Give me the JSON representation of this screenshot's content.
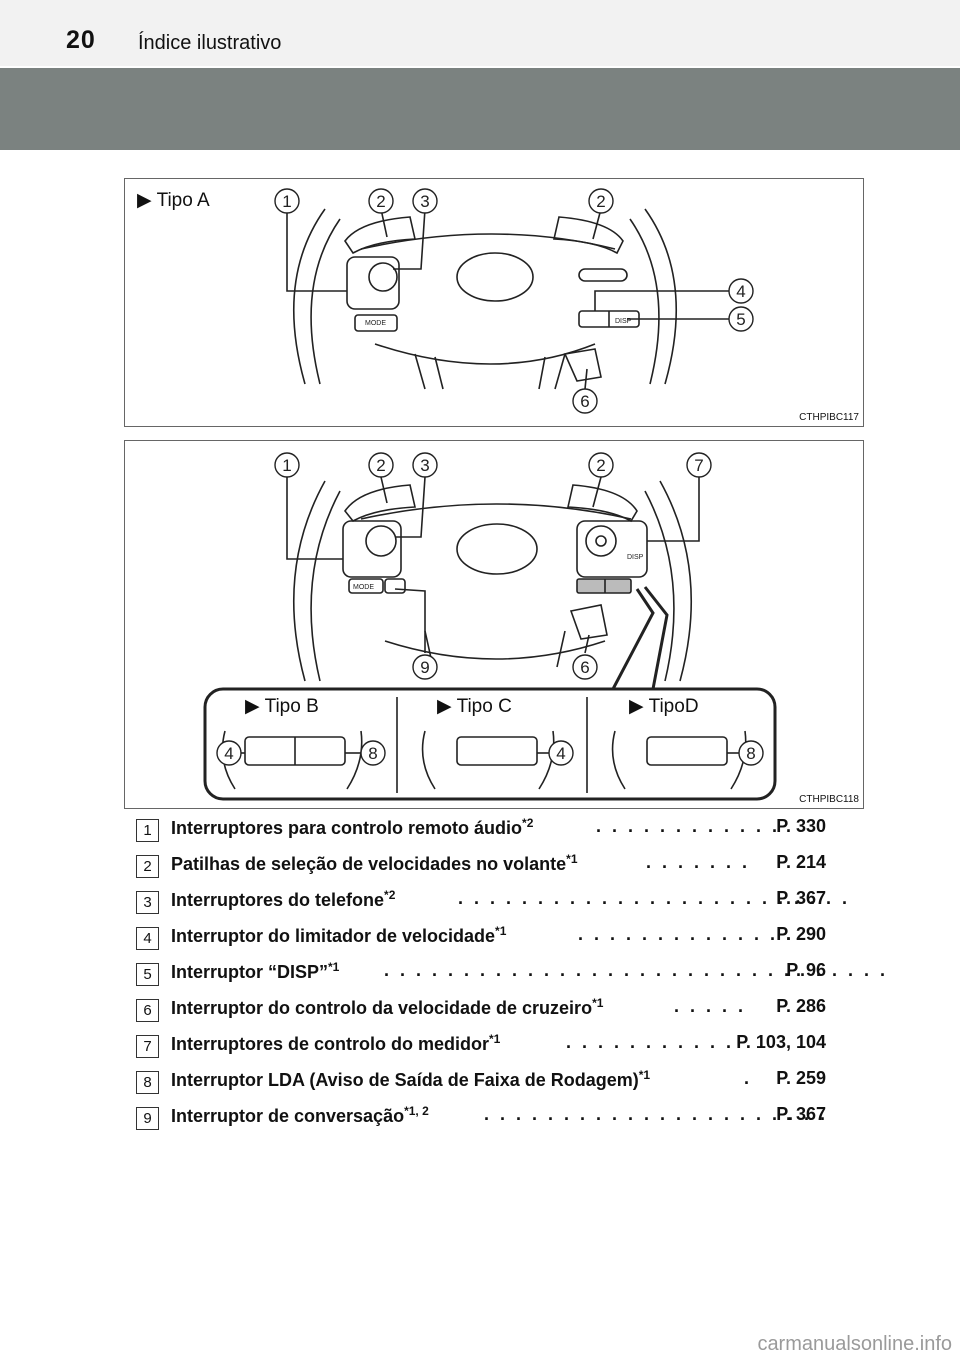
{
  "header": {
    "page_number": "20",
    "section_title": "Índice ilustrativo"
  },
  "figure_a": {
    "tipo": "Tipo A",
    "code": "CTHPIBC117",
    "callouts": [
      "1",
      "2",
      "3",
      "2",
      "4",
      "5",
      "6"
    ]
  },
  "figure_b": {
    "code": "CTHPIBC118",
    "callouts": [
      "1",
      "2",
      "3",
      "2",
      "7",
      "9",
      "6"
    ],
    "inset": {
      "tipo_b": "Tipo B",
      "tipo_c": "Tipo C",
      "tipo_d": "TipoD",
      "callouts": [
        "4",
        "8",
        "4",
        "8"
      ]
    },
    "button_labels": {
      "mode": "MODE",
      "disp": "DISP"
    }
  },
  "items": [
    {
      "num": "1",
      "text": "Interruptores para controlo remoto áudio",
      "sup": "*2",
      "dots": ". . . . . . . . . . . .",
      "ref": "P. 330"
    },
    {
      "num": "2",
      "text": "Patilhas de seleção de velocidades no volante",
      "sup": "*1",
      "dots": ". . . . . . .",
      "ref": "P. 214"
    },
    {
      "num": "3",
      "text": "Interruptores do telefone",
      "sup": "*2",
      "dots": ". . . . . . . . . . . . . . . . . . . . . . . . .",
      "ref": "P. 367"
    },
    {
      "num": "4",
      "text": "Interruptor do limitador de velocidade",
      "sup": "*1",
      "dots": ". . . . . . . . . . . . . .",
      "ref": "P. 290"
    },
    {
      "num": "5",
      "text": "Interruptor “DISP”",
      "sup": "*1",
      "dots": ". . . . . . . . . . . . . . . . . . . . . . . . . . . . . . . .",
      "ref": "P. 96"
    },
    {
      "num": "6",
      "text": "Interruptor do controlo da velocidade de cruzeiro",
      "sup": "*1",
      "dots": ". . . . .",
      "ref": "P. 286"
    },
    {
      "num": "7",
      "text": "Interruptores de controlo do medidor",
      "sup": "*1",
      "dots": ". . . . . . . . . . .",
      "ref": "P. 103, 104"
    },
    {
      "num": "8",
      "text": "Interruptor LDA (Aviso de Saída de Faixa de Rodagem)",
      "sup": "*1",
      "dots": ".",
      "ref": "P. 259"
    },
    {
      "num": "9",
      "text": "Interruptor de conversação",
      "sup": "*1, 2",
      "dots": ". . . . . . . . . . . . . . . . . . . . . .",
      "ref": "P. 367"
    }
  ],
  "watermark": "carmanualsonline.info"
}
